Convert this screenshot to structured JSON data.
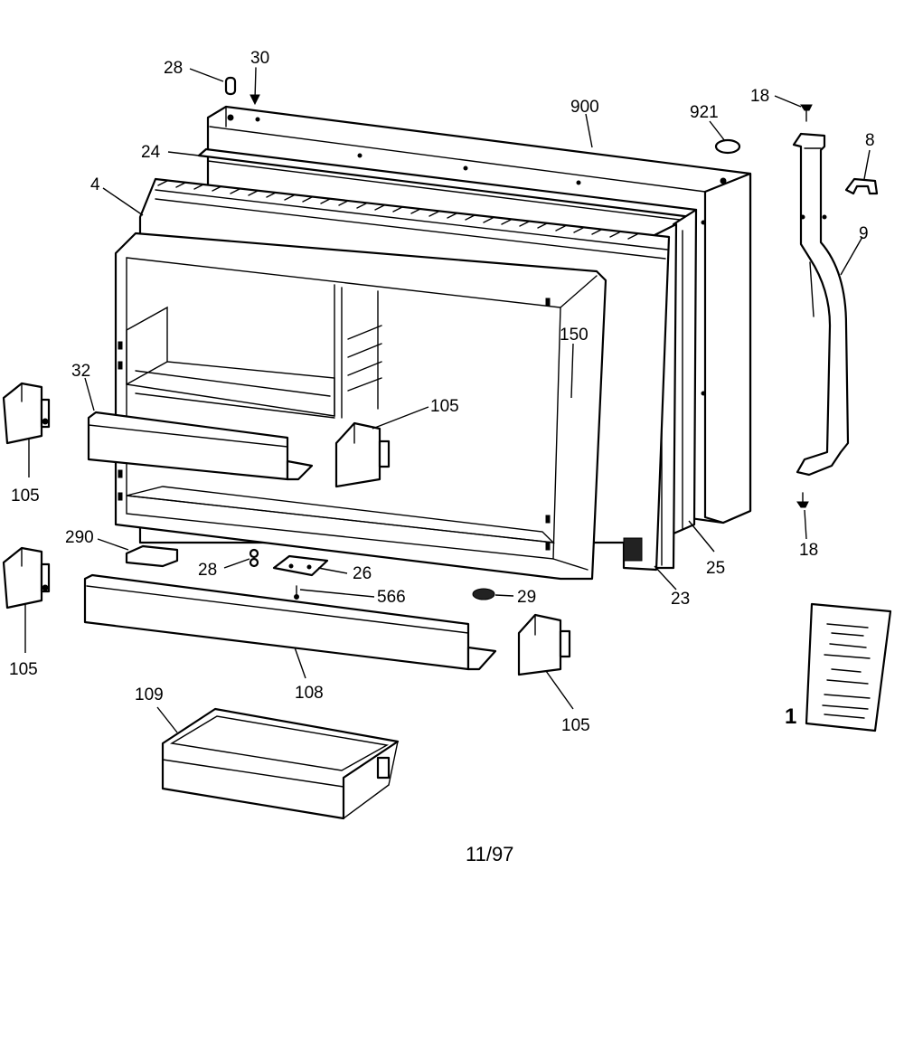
{
  "diagram_date": "11/97",
  "callouts": {
    "c28_top": "28",
    "c30": "30",
    "c900": "900",
    "c921": "921",
    "c18_top": "18",
    "c8": "8",
    "c24": "24",
    "c4": "4",
    "c9": "9",
    "c150": "150",
    "c32": "32",
    "c105_center": "105",
    "c105_left_top": "105",
    "c290": "290",
    "c28_mid": "28",
    "c26": "26",
    "c566": "566",
    "c29": "29",
    "c23": "23",
    "c25": "25",
    "c18_bottom": "18",
    "c105_left_bottom": "105",
    "c108": "108",
    "c109": "109",
    "c105_right": "105",
    "c1": "1"
  }
}
